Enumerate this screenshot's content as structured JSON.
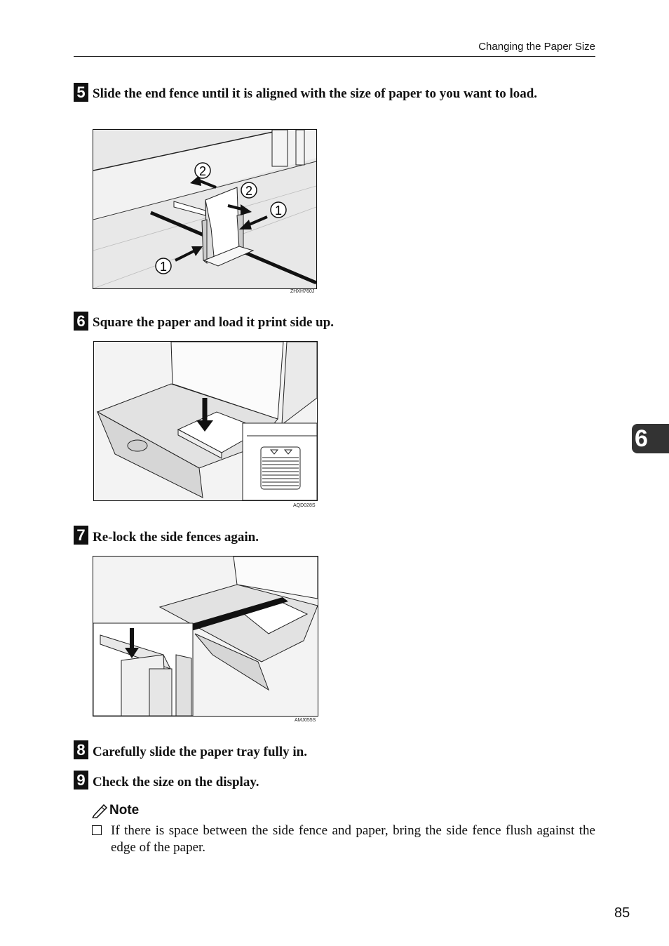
{
  "header": {
    "title": "Changing the Paper Size"
  },
  "steps": [
    {
      "num": "5",
      "text": "Slide the end fence until it is aligned with the size of paper to you want to load."
    },
    {
      "num": "6",
      "text": "Square the paper and load it print side up."
    },
    {
      "num": "7",
      "text": "Re-lock the side fences again."
    },
    {
      "num": "8",
      "text": "Carefully slide the paper tray fully in."
    },
    {
      "num": "9",
      "text": "Check the size on the display."
    }
  ],
  "figures": {
    "fig1": {
      "code": "ZHXH760J",
      "callouts": [
        "2",
        "2",
        "1",
        "1"
      ]
    },
    "fig2": {
      "code": "AQD028S"
    },
    "fig3": {
      "code": "AMJ055S"
    }
  },
  "note": {
    "title": "Note",
    "items": [
      "If there is space between the side fence and paper, bring the side fence flush against the edge of the paper."
    ]
  },
  "chapter_tab": "6",
  "page_number": "85"
}
